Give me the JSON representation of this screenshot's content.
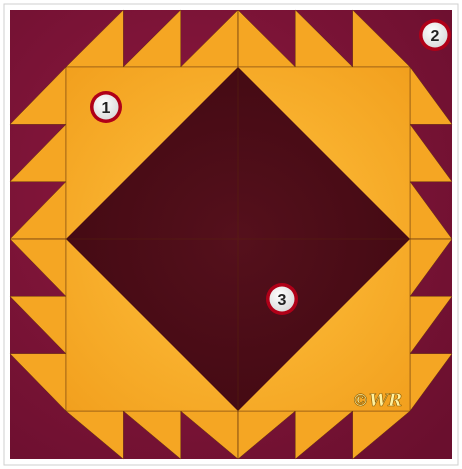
{
  "quilt": {
    "colors": {
      "maroon": "#7a1236",
      "maroon_dark": "#5c0c26",
      "gold": "#f5a623",
      "gold_light": "#ffbe3c",
      "center_dark": "#4a0a16",
      "seam": "#6b3a10",
      "frame": "#d8d8d8"
    },
    "markers": [
      {
        "label": "1"
      },
      {
        "label": "2"
      },
      {
        "label": "3"
      }
    ],
    "signature": "©WR"
  }
}
